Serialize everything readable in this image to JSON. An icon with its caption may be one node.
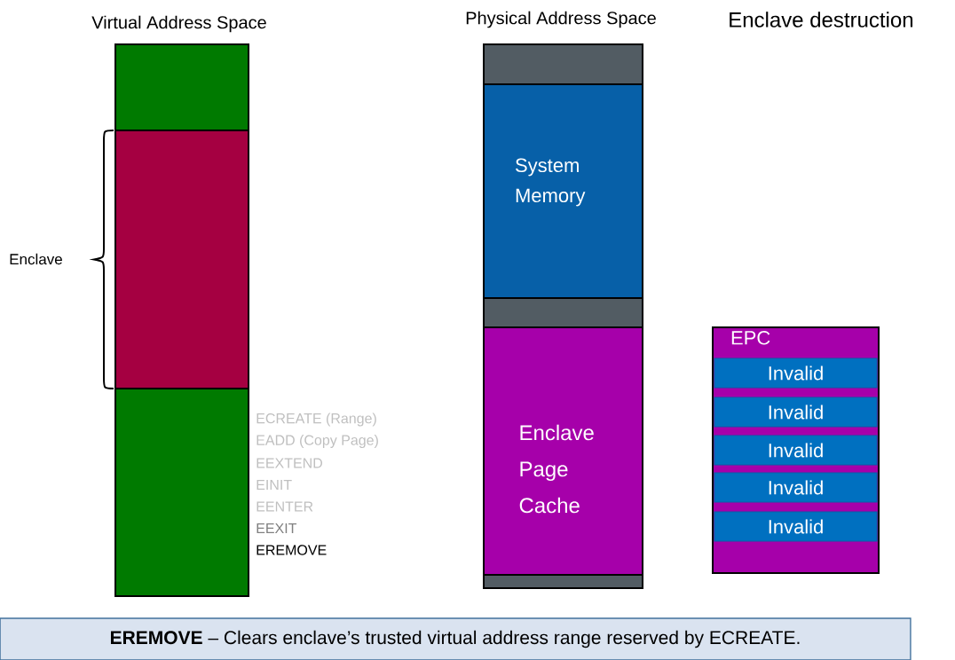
{
  "diagram": {
    "title": "Enclave destruction",
    "nodes": [
      {
        "text": [],
        "shape": "box",
        "beside": [
          "Virtual Address Space"
        ]
      },
      {
        "text": [],
        "shape": "box",
        "beside": [
          "Enclave"
        ]
      },
      {
        "text": [],
        "shape": "box"
      },
      {
        "text": [],
        "shape": "box",
        "beside": [
          "Physical Address Space"
        ]
      },
      {
        "text": [
          "System Memory"
        ]
      },
      {
        "text": [],
        "shape": "box"
      },
      {
        "text": [
          "Enclave Page Cache"
        ]
      },
      {
        "text": [],
        "shape": "box"
      },
      {
        "text": [
          "EPC"
        ]
      },
      {
        "text": [
          "Invalid"
        ],
        "in": 8
      },
      {
        "text": [
          "Invalid"
        ],
        "in": 8
      },
      {
        "text": [
          "Invalid"
        ],
        "in": 8
      },
      {
        "text": [
          "Invalid"
        ],
        "in": 8
      },
      {
        "text": [
          "Invalid"
        ],
        "in": 8
      },
      {
        "text": [
          "**EREMOVE** – Clears enclave’s trusted virtual address range reserved by ECREATE."
        ]
      }
    ],
    "labels": [
      "ECREATE (Range)",
      "EADD (Copy Page)",
      "EEXTEND",
      "EINIT",
      "EENTER",
      "EEXIT",
      "EREMOVE"
    ]
  }
}
